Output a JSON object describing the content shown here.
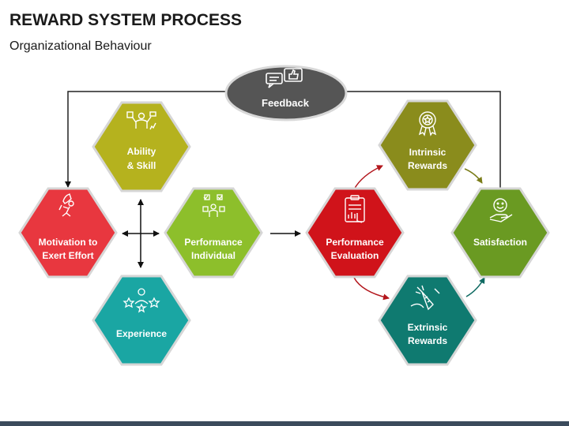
{
  "title": "REWARD SYSTEM PROCESS",
  "subtitle": "Organizational Behaviour",
  "feedback": {
    "label": "Feedback",
    "color": "#555555"
  },
  "nodes": [
    {
      "id": "ability",
      "line1": "Ability",
      "line2": "& Skill",
      "color": "#b5b21e",
      "icon": "person-skills-icon"
    },
    {
      "id": "motivation",
      "line1": "Motivation to",
      "line2": "Exert Effort",
      "color": "#e8373f",
      "icon": "rocket-person-icon"
    },
    {
      "id": "performance-individual",
      "line1": "Performance",
      "line2": "Individual",
      "color": "#8dbf2b",
      "icon": "org-chart-check-icon"
    },
    {
      "id": "experience",
      "line1": "Experience",
      "line2": "",
      "color": "#1aa6a3",
      "icon": "person-stars-icon"
    },
    {
      "id": "performance-evaluation",
      "line1": "Performance",
      "line2": "Evaluation",
      "color": "#d0131a",
      "icon": "clipboard-chart-icon"
    },
    {
      "id": "intrinsic",
      "line1": "Intrinsic",
      "line2": "Rewards",
      "color": "#8a8c1c",
      "icon": "medal-icon"
    },
    {
      "id": "extrinsic",
      "line1": "Extrinsic",
      "line2": "Rewards",
      "color": "#0f7a70",
      "icon": "carrot-icon"
    },
    {
      "id": "satisfaction",
      "line1": "Satisfaction",
      "line2": "",
      "color": "#6a9a22",
      "icon": "smile-hand-icon"
    }
  ]
}
